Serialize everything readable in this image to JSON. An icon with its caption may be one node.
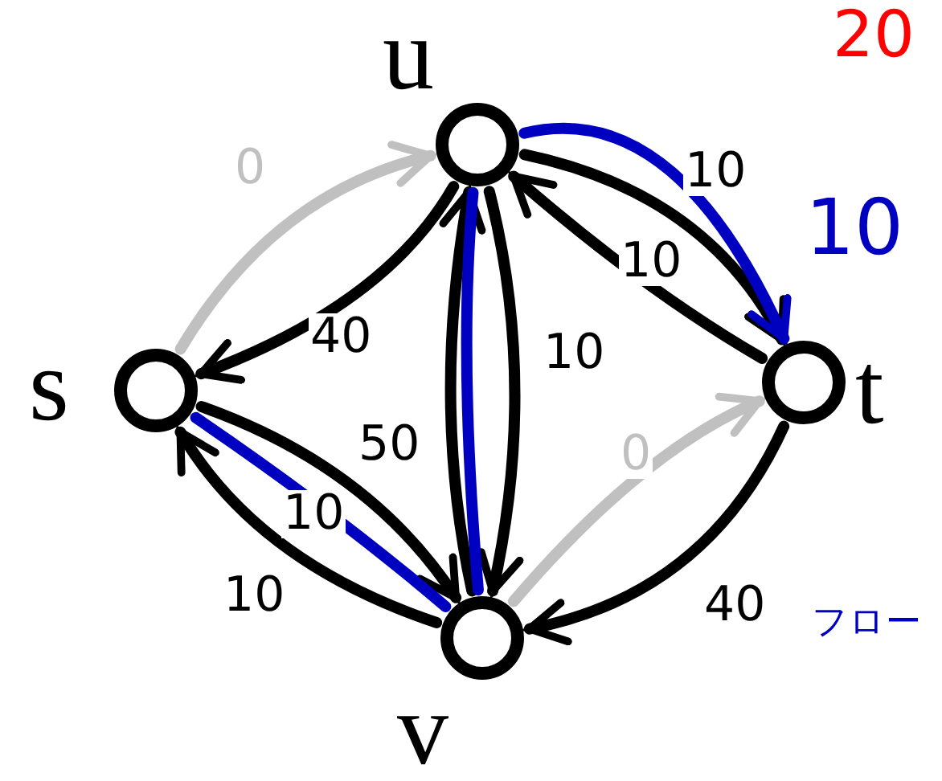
{
  "diagram": {
    "nodes": [
      {
        "text": [],
        "shape": "circle",
        "beside": [
          "u"
        ]
      },
      {
        "text": [],
        "shape": "circle",
        "beside": [
          "s"
        ]
      },
      {
        "text": [],
        "shape": "circle",
        "beside": [
          "t"
        ]
      },
      {
        "text": [],
        "shape": "circle",
        "beside": [
          "v"
        ]
      }
    ],
    "edges": [
      {
        "from": 1,
        "to": 0,
        "arrow": "to",
        "label": "0",
        "color": "#c0c0c0"
      },
      {
        "from": 0,
        "to": 1,
        "arrow": "to",
        "label": "40"
      },
      {
        "from": 0,
        "to": 2,
        "arrow": "to",
        "label": "10"
      },
      {
        "from": 2,
        "to": 0,
        "arrow": "to",
        "label": "10"
      },
      {
        "from": 3,
        "to": 0,
        "arrow": "to",
        "label": "50"
      },
      {
        "from": 0,
        "to": 3,
        "arrow": "to",
        "label": "10"
      },
      {
        "from": 1,
        "to": 3,
        "arrow": "to",
        "label": "10"
      },
      {
        "from": 3,
        "to": 1,
        "arrow": "to",
        "label": "10"
      },
      {
        "from": 3,
        "to": 2,
        "arrow": "to",
        "label": "0",
        "color": "#c0c0c0"
      },
      {
        "from": 2,
        "to": 3,
        "arrow": "to",
        "label": "40"
      },
      {
        "from": 1,
        "to": 3,
        "arrow": "none",
        "color": "#0000c0"
      },
      {
        "from": 3,
        "to": 0,
        "arrow": "none",
        "color": "#0000c0"
      },
      {
        "from": 0,
        "to": 2,
        "arrow": "to",
        "label": "10",
        "color": "#0000c0"
      }
    ],
    "labels": [
      "20",
      "フロー"
    ]
  }
}
